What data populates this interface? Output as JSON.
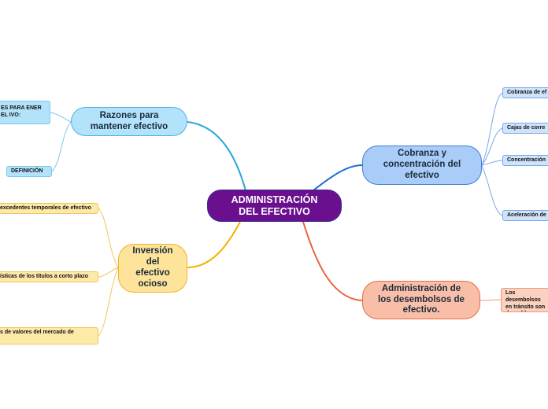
{
  "central": {
    "label": "ADMINISTRACIÓN DEL EFECTIVO"
  },
  "branches": {
    "razones": {
      "label": "Razones para mantener efectivo",
      "children": [
        "ES PARA ENER EL IVO:",
        "DEFINICIÓN"
      ]
    },
    "inversion": {
      "label": "Inversión del efectivo ocioso",
      "children": [
        "excedentes temporales de efectivo",
        "ísticas de los títulos a corto plazo",
        "s de valores del mercado de"
      ]
    },
    "cobranza": {
      "label": "Cobranza y concentración del efectivo",
      "children": [
        "Cobranza de ef",
        "Cajas de corre",
        "Concentración",
        "Aceleración de"
      ]
    },
    "desembolsos": {
      "label": "Administración de los desembolsos de efectivo.",
      "children": [
        "Los desembolsos en tránsito son deseables"
      ]
    }
  },
  "colors": {
    "central": "#6a0f8e",
    "cobranza": "#1f6fd1",
    "razones": "#2aa5e0",
    "inversion": "#f0b400",
    "desembolsos": "#e8643a"
  }
}
